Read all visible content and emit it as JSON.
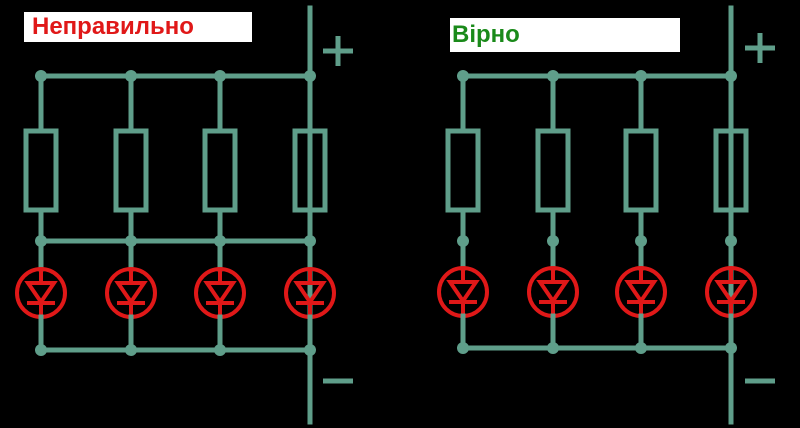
{
  "labels": {
    "wrong": "Неправильно",
    "right": "Вірно",
    "plus": "+",
    "minus": "−"
  },
  "colors": {
    "wire": "#5f9e8a",
    "led": "#e01818",
    "wrong_text": "#e01818",
    "right_text": "#1a8a1a",
    "background": "#000000"
  },
  "circuits": [
    {
      "name": "wrong",
      "branches": 4,
      "shared_middle_bus": true
    },
    {
      "name": "right",
      "branches": 4,
      "shared_middle_bus": false
    }
  ]
}
